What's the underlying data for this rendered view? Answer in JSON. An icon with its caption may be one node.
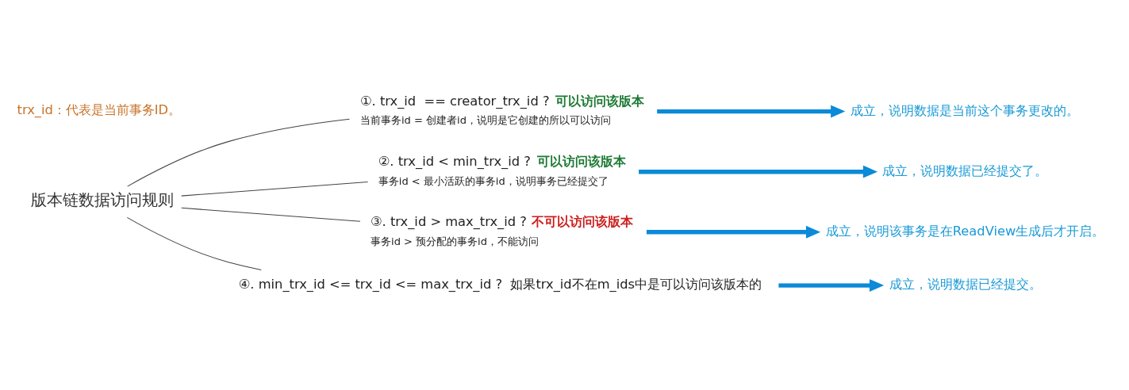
{
  "diagram": {
    "nodes": [
      {
        "text": [
          "版本链数据访问规则"
        ]
      },
      {
        "text": [
          "①. trx_id  == creator_trx_id ?",
          "可以访问该版本",
          "当前事务id = 创建者id，说明是它创建的所以可以访问"
        ]
      },
      {
        "text": [
          "成立，说明数据是当前这个事务更改的。"
        ]
      },
      {
        "text": [
          "②. trx_id < min_trx_id ?",
          "可以访问该版本",
          "事务id < 最小活跃的事务id，说明事务已经提交了"
        ]
      },
      {
        "text": [
          "成立，说明数据已经提交了。"
        ]
      },
      {
        "text": [
          "③. trx_id > max_trx_id ?",
          "不可以访问该版本",
          "事务id > 预分配的事务id，不能访问"
        ]
      },
      {
        "text": [
          "成立，说明该事务是在ReadView生成后才开启。"
        ]
      },
      {
        "text": [
          "④. min_trx_id <= trx_id <= max_trx_id ?  如果trx_id不在m_ids中是可以访问该版本的"
        ]
      },
      {
        "text": [
          "成立，说明数据已经提交。"
        ]
      }
    ],
    "edges": [
      {
        "from": 0,
        "to": 1,
        "arrow": "none"
      },
      {
        "from": 0,
        "to": 3,
        "arrow": "none"
      },
      {
        "from": 0,
        "to": 5,
        "arrow": "none"
      },
      {
        "from": 0,
        "to": 7,
        "arrow": "none"
      },
      {
        "from": 1,
        "to": 2,
        "arrow": "to",
        "style": "thick",
        "color": "#0a8ad8"
      },
      {
        "from": 3,
        "to": 4,
        "arrow": "to",
        "style": "thick",
        "color": "#0a8ad8"
      },
      {
        "from": 5,
        "to": 6,
        "arrow": "to",
        "style": "thick",
        "color": "#0a8ad8"
      },
      {
        "from": 7,
        "to": 8,
        "arrow": "to",
        "style": "thick",
        "color": "#0a8ad8"
      }
    ],
    "labels": [
      "trx_id：代表是当前事务ID。"
    ]
  }
}
